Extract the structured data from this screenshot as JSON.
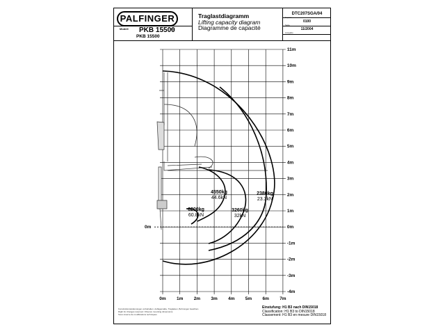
{
  "header": {
    "brand": "PALFINGER",
    "model_label": "Modell",
    "type_label": "Typ",
    "model": "PKB 15500",
    "model_sub": "PKB 15500",
    "title_de": "Traglastdiagramm",
    "title_en": "Lifting capacity diagram",
    "title_fr": "Diagramme de capacité",
    "doc_number": "DTC207SGA/04",
    "chapter": "Kapitel",
    "page_number": "0100",
    "page_label": "Seite",
    "date": "11/2004",
    "edition_label": "Ausgabe"
  },
  "footer": {
    "class_de": "Einstufung: H1 B3 nach DIN15018",
    "class_en": "Classification: H1 B3 to DIN15018",
    "class_fr": "Classement: H1 B3 en mesure DIN15018",
    "note1": "Konstruktionsänderungen vorbehalten. Auflagemaße, Traglasten, Bohrungen beachten.",
    "note2": "Right for changes reserved. Observe mounting dimensions.",
    "note3": "Sous réserve de modifications techniques."
  },
  "axes": {
    "y_labels": [
      "11m",
      "10m",
      "9m",
      "8m",
      "7m",
      "6m",
      "5m",
      "4m",
      "3m",
      "2m",
      "1m",
      "0m",
      "-1m",
      "-2m",
      "-3m",
      "-4m"
    ],
    "x_labels": [
      "0m",
      "1m",
      "2m",
      "3m",
      "4m",
      "5m",
      "6m",
      "7m"
    ],
    "zero_label": "0m"
  },
  "loads": [
    {
      "kg": "6200kg",
      "kn": "60.8kN"
    },
    {
      "kg": "4550kg",
      "kn": "44.6kN"
    },
    {
      "kg": "3260kg",
      "kn": "32kN"
    },
    {
      "kg": "2380kg",
      "kn": "23.3kN"
    }
  ]
}
